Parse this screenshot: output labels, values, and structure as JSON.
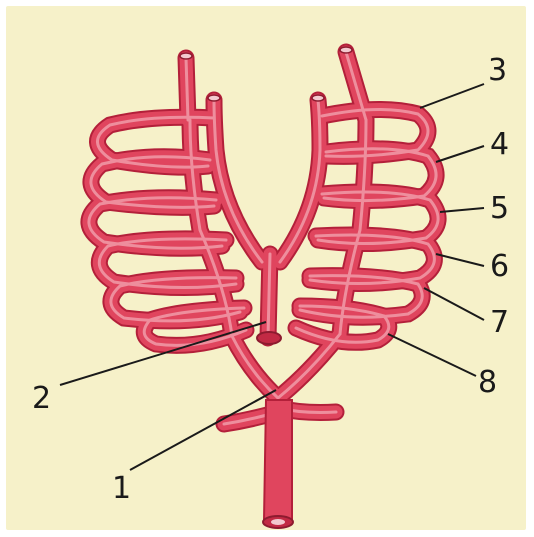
{
  "figure": {
    "labels": [
      "1",
      "2",
      "3",
      "4",
      "5",
      "6",
      "7",
      "8"
    ],
    "colors": {
      "background": "#f6f1c9",
      "vessel": "#e0455e",
      "vessel_shadow": "#c22a44",
      "vessel_highlight": "#f3a7b3",
      "leader_line": "#1a1a1a"
    }
  }
}
